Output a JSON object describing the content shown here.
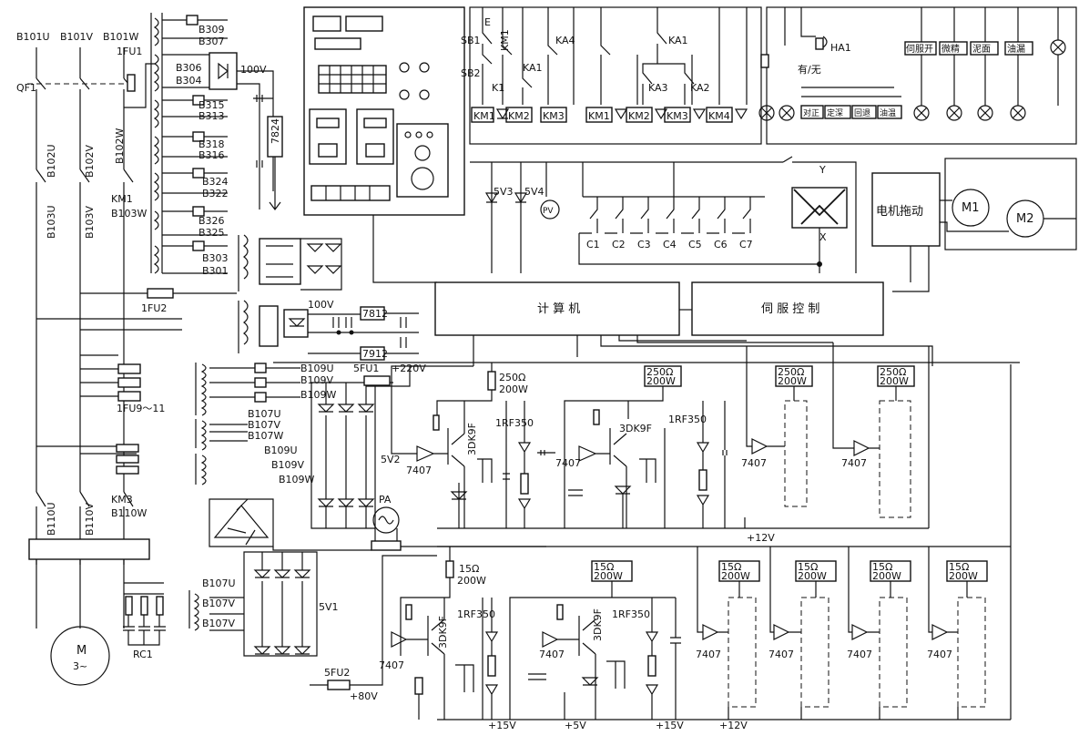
{
  "labels": {
    "b101u": "B101U",
    "b101v": "B101V",
    "b101w": "B101W",
    "qf1": "QF1",
    "fu1": "1FU1",
    "b102u": "B102U",
    "b102v": "B102V",
    "b102w": "B102W",
    "b103u": "B103U",
    "b103v": "B103V",
    "km1a": "KM1",
    "b103w": "B103W",
    "fu2": "1FU2",
    "fu9_11": "1FU9～11",
    "b110u": "B110U",
    "b110v": "B110V",
    "km3": "KM3",
    "b110w": "B110W",
    "motor_m": "M",
    "motor_phase": "3~",
    "rc1": "RC1",
    "b309": "B309",
    "b307": "B307",
    "b306": "B306",
    "b304": "B304",
    "b315": "B315",
    "b313": "B313",
    "b318": "B318",
    "b316": "B316",
    "b324": "B324",
    "b322": "B322",
    "b326": "B326",
    "b325": "B325",
    "b303": "B303",
    "b301": "B301",
    "v100a": "100V",
    "reg7824": "7824",
    "v100b": "100V",
    "reg7812": "7812",
    "reg7912": "7912",
    "b109u": "B109U",
    "b109v": "B109V",
    "b109w": "B109W",
    "fu5": "5FU1",
    "v220": "+220V",
    "b107u": "B107U",
    "b107v": "B107V",
    "b107w": "B107W",
    "b109u2": "B109U",
    "b109v2": "B109V",
    "b109w2": "B109W",
    "v2": "5V2",
    "pa": "PA",
    "b107u2": "B107U",
    "b107v2": "B107V",
    "b107v3": "B107V",
    "v1": "5V1",
    "fu5b": "5FU2",
    "v80": "+80V",
    "sb1": "SB1",
    "sb2": "SB2",
    "e": "E",
    "km1b": "KM1",
    "k1": "K1",
    "ka4": "KA4",
    "ka1a": "KA1",
    "ka1b": "KA1",
    "ka3": "KA3",
    "ka2": "KA2",
    "coil_km1": "KM1",
    "coil_km2": "KM2",
    "coil_km3": "KM3",
    "coil2_km1": "KM1",
    "coil2_km2": "KM2",
    "coil2_km3": "KM3",
    "coil2_km4": "KM4",
    "ha1": "HA1",
    "youwu": "有/无",
    "ind_servo": "伺服开",
    "ind_fine": "微精",
    "ind_mud": "泥面",
    "ind_leak": "油漏",
    "ind_align": "对正",
    "ind_fix": "定深",
    "ind_return": "回退",
    "ind_oil": "油温",
    "v5v3": "5V3",
    "v5v4": "5V4",
    "pv": "PV",
    "c1": "C1",
    "c2": "C2",
    "c3": "C3",
    "c4": "C4",
    "c5": "C5",
    "c6": "C6",
    "c7": "C7",
    "y": "Y",
    "x": "X",
    "motor_drive": "电机拖动",
    "m1": "M1",
    "m2": "M2",
    "computer": "计 算 机",
    "servo": "伺 服 控 制",
    "r250_1": "250Ω",
    "w200_1": "200W",
    "r250_2": "250Ω",
    "w200_2": "200W",
    "r250_3": "250Ω",
    "w200_3": "200W",
    "r250_4": "250Ω",
    "w200_4": "200W",
    "dk9f_1": "3DK9F",
    "rf350_1": "1RF350",
    "ic7407_1": "7407",
    "dk9f_2": "3DK9F",
    "rf350_2": "1RF350",
    "ic7407_2": "7407",
    "ic7407_3": "7407",
    "ic7407_4": "7407",
    "v12top": "+12V",
    "r15_1": "15Ω",
    "w200_5": "200W",
    "r15_2": "15Ω",
    "w200_6": "200W",
    "r15_3": "15Ω",
    "w200_7": "200W",
    "r15_4": "15Ω",
    "w200_8": "200W",
    "r15_5": "15Ω",
    "w200_9": "200W",
    "r15_6": "15Ω",
    "w200_10": "200W",
    "dk9f_3": "3DK9F",
    "rf350_3": "1RF350",
    "ic7407_5": "7407",
    "dk9f_4": "3DK9F",
    "rf350_4": "1RF350",
    "ic7407_6": "7407",
    "ic7407_7": "7407",
    "ic7407_8": "7407",
    "ic7407_9": "7407",
    "ic7407_10": "7407",
    "v15a": "+15V",
    "v5": "+5V",
    "v15b": "+15V",
    "v12bot": "+12V"
  }
}
